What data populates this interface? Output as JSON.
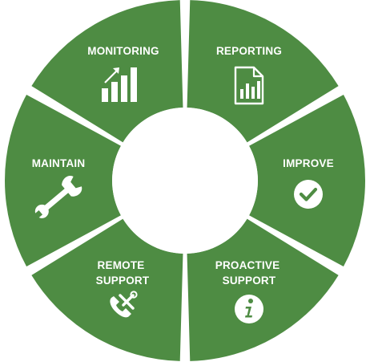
{
  "diagram": {
    "type": "cycle-wheel",
    "colors": {
      "segment_fill": "#4e8c43",
      "divider": "#ffffff",
      "text": "#ffffff",
      "background": "#ffffff"
    },
    "segments": [
      {
        "id": "monitoring",
        "label_lines": [
          "MONITORING"
        ],
        "icon": "bar-chart-rising-arrow-icon"
      },
      {
        "id": "reporting",
        "label_lines": [
          "REPORTING"
        ],
        "icon": "report-document-icon"
      },
      {
        "id": "improve",
        "label_lines": [
          "IMPROVE"
        ],
        "icon": "checkmark-circle-icon"
      },
      {
        "id": "proactive-support",
        "label_lines": [
          "PROACTIVE",
          "SUPPORT"
        ],
        "icon": "info-circle-icon"
      },
      {
        "id": "remote-support",
        "label_lines": [
          "REMOTE",
          "SUPPORT"
        ],
        "icon": "phone-tools-icon"
      },
      {
        "id": "maintain",
        "label_lines": [
          "MAINTAIN"
        ],
        "icon": "wrench-icon"
      }
    ]
  }
}
